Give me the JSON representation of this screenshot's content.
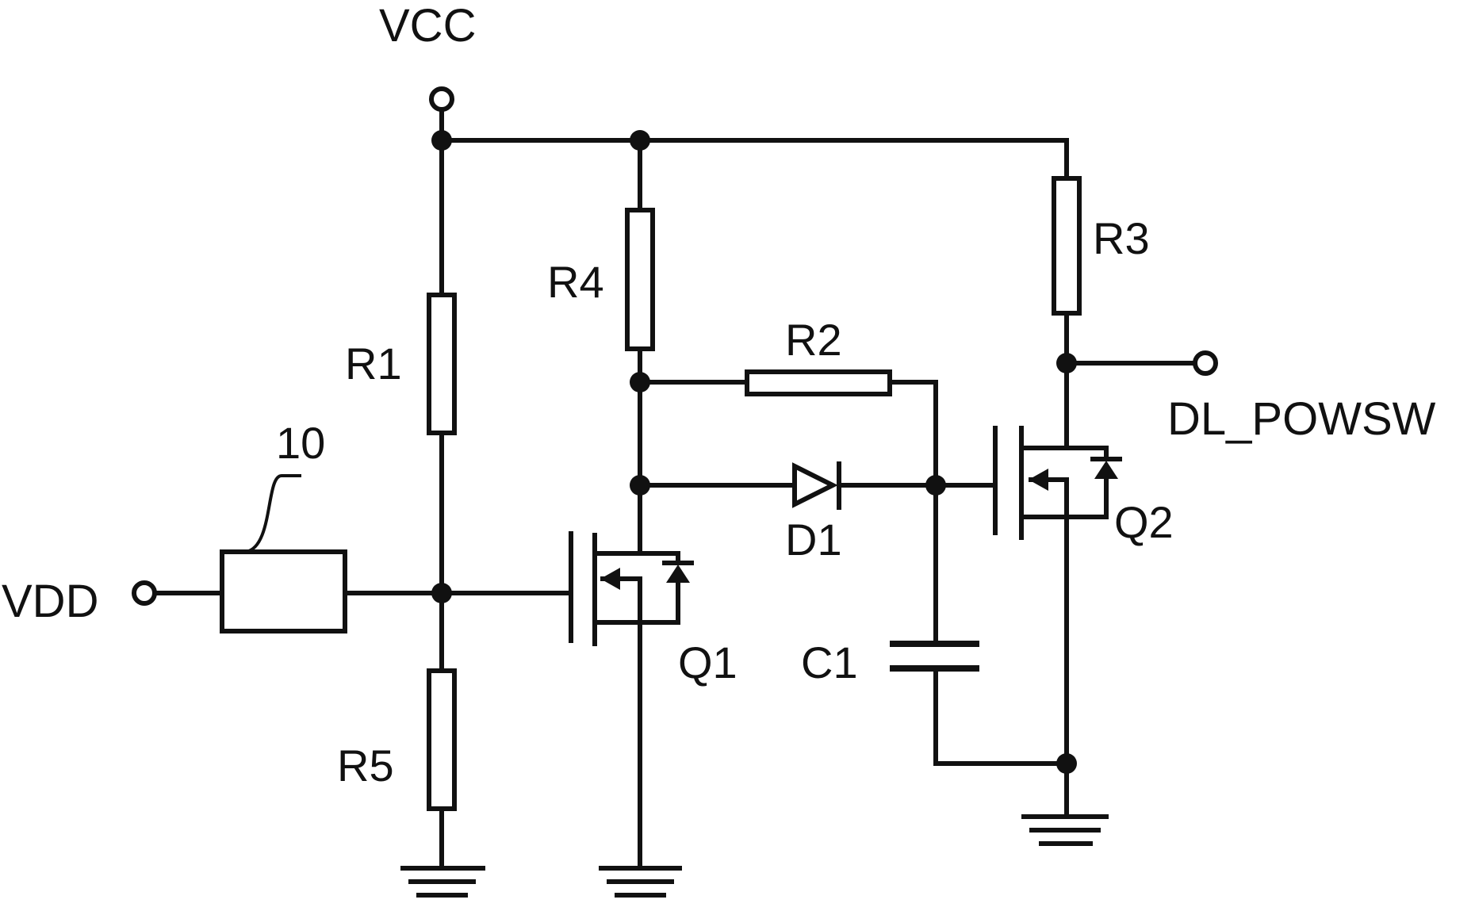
{
  "labels": {
    "vcc": "VCC",
    "vdd": "VDD",
    "dl_powsw": "DL_POWSW",
    "block_ref": "10",
    "r1": "R1",
    "r2": "R2",
    "r3": "R3",
    "r4": "R4",
    "r5": "R5",
    "d1": "D1",
    "c1": "C1",
    "q1": "Q1",
    "q2": "Q2"
  }
}
